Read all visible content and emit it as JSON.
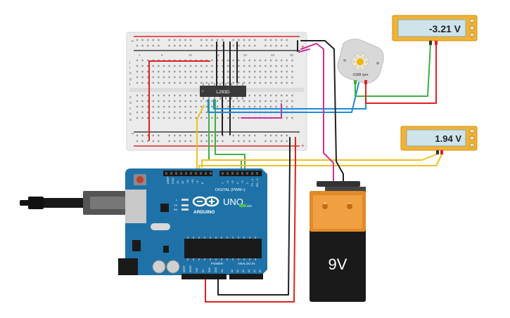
{
  "chip": {
    "label": "L293D"
  },
  "motor": {
    "rpm_text": "-6388 rpm"
  },
  "multimeter_1": {
    "reading": "-3.21 V",
    "modes": [
      "A",
      "V",
      "Ω"
    ]
  },
  "multimeter_2": {
    "reading": "1.94 V",
    "modes": [
      "A",
      "V",
      "Ω"
    ]
  },
  "battery": {
    "label": "9V",
    "plus": "+",
    "minus": "−"
  },
  "arduino": {
    "logo_text": "ARDUINO",
    "model": "UNO",
    "digital_label": "DIGITAL (PWM~)",
    "power_label": "POWER",
    "analog_label": "ANALOG IN",
    "on_label": "ON",
    "tx_label": "TX",
    "rx_label": "RX",
    "l_label": "L",
    "aref_label": "AREF",
    "gnd_label": "GND",
    "digital_pins": [
      "13",
      "12",
      "~11",
      "~10",
      "~9",
      "8",
      "7",
      "~6",
      "~5",
      "4",
      "~3",
      "2",
      "TX→1",
      "RX←0"
    ],
    "power_pins": [
      "IOREF",
      "RESET",
      "3.3V",
      "5V",
      "GND",
      "GND",
      "Vin"
    ],
    "analog_pins": [
      "A0",
      "A1",
      "A2",
      "A3",
      "A4",
      "A5"
    ]
  },
  "breadboard": {
    "column_numbers": [
      "1",
      "5",
      "10",
      "15",
      "20",
      "25",
      "30"
    ],
    "row_letters_top": [
      "j",
      "i",
      "h",
      "g",
      "f"
    ],
    "row_letters_bottom": [
      "e",
      "d",
      "c",
      "b",
      "a"
    ],
    "rail_minus": "−",
    "rail_plus": "+"
  },
  "colors": {
    "wire_red": "#e02020",
    "wire_black": "#202020",
    "wire_green": "#3cb043",
    "wire_blue": "#1e8ad6",
    "wire_yellow": "#f0c020",
    "wire_magenta": "#d0309a",
    "arduino_board": "#1f72a8",
    "multimeter_body": "#f2b233",
    "multimeter_screen": "#cfe3ea"
  }
}
